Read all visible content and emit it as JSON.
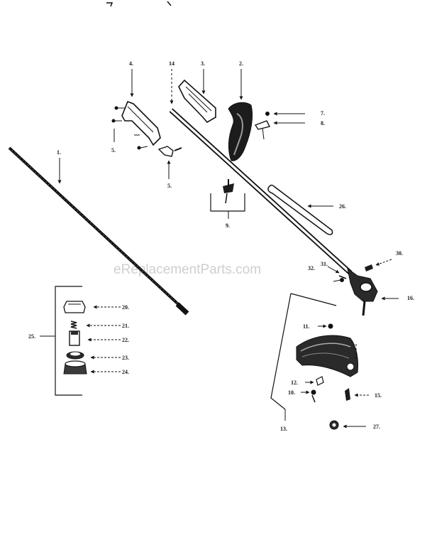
{
  "watermark": "eReplacementParts.com",
  "labels": {
    "p1": "1.",
    "p2": "2.",
    "p3": "3.",
    "p4": "4.",
    "p5a": "5.",
    "p5b": "5.",
    "p7": "7.",
    "p8": "8.",
    "p9": "9.",
    "p10": "10.",
    "p11": "11.",
    "p12": "12.",
    "p13": "13.",
    "p14": "14",
    "p15": "15.",
    "p16": "16.",
    "p20": "20.",
    "p21": "21.",
    "p22": "22.",
    "p23": "23.",
    "p24": "24.",
    "p25": "25.",
    "p26": "26.",
    "p27": "27.",
    "p30": "30.",
    "p31": "31.",
    "p32": "32."
  }
}
